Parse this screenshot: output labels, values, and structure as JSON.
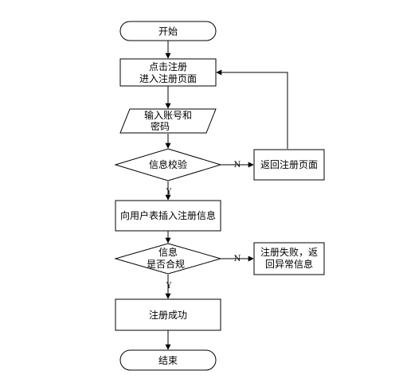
{
  "flowchart": {
    "nodes": {
      "start": {
        "shape": "terminator",
        "lines": [
          "开始"
        ]
      },
      "click_register": {
        "shape": "process",
        "lines": [
          "点击注册",
          "进入注册页面"
        ]
      },
      "input_credentials": {
        "shape": "data",
        "lines": [
          "输入账号和",
          "密码"
        ]
      },
      "verify_info": {
        "shape": "decision",
        "lines": [
          "信息校验"
        ]
      },
      "return_register_page": {
        "shape": "process",
        "lines": [
          "返回注册页面"
        ]
      },
      "insert_user_table": {
        "shape": "process",
        "lines": [
          "向用户表插入注册信息"
        ]
      },
      "info_compliant": {
        "shape": "decision",
        "lines": [
          "信息",
          "是否合规"
        ]
      },
      "register_failed": {
        "shape": "process",
        "lines": [
          "注册失败，返",
          "回异常信息"
        ]
      },
      "register_success": {
        "shape": "process",
        "lines": [
          "注册成功"
        ]
      },
      "end": {
        "shape": "terminator",
        "lines": [
          "结束"
        ]
      }
    },
    "edges": [
      {
        "from": "start",
        "to": "click_register",
        "label": ""
      },
      {
        "from": "click_register",
        "to": "input_credentials",
        "label": ""
      },
      {
        "from": "input_credentials",
        "to": "verify_info",
        "label": ""
      },
      {
        "from": "verify_info",
        "to": "return_register_page",
        "label": "N"
      },
      {
        "from": "return_register_page",
        "to": "click_register",
        "label": ""
      },
      {
        "from": "verify_info",
        "to": "insert_user_table",
        "label": "Y"
      },
      {
        "from": "insert_user_table",
        "to": "info_compliant",
        "label": ""
      },
      {
        "from": "info_compliant",
        "to": "register_failed",
        "label": "N"
      },
      {
        "from": "info_compliant",
        "to": "register_success",
        "label": "Y"
      },
      {
        "from": "register_success",
        "to": "end",
        "label": ""
      }
    ]
  }
}
